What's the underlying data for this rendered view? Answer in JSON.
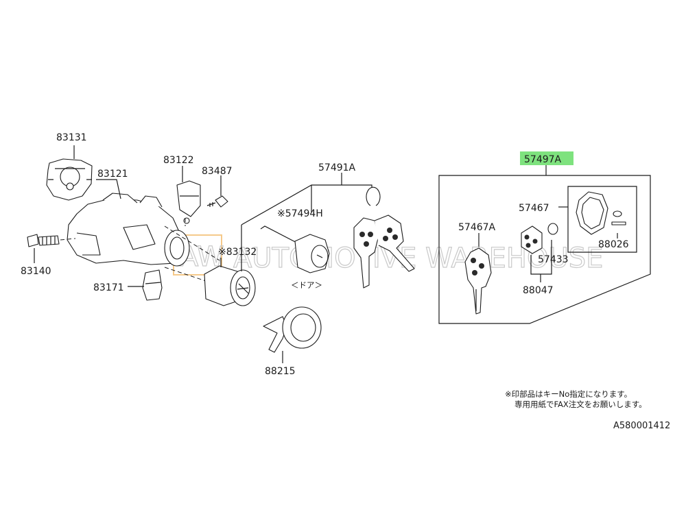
{
  "labels": {
    "p83131": "83131",
    "p83121": "83121",
    "p83122": "83122",
    "p83487": "83487",
    "p83140": "83140",
    "p83171": "83171",
    "p83132": "※83132",
    "p57491a": "57491A",
    "p57494h": "※57494H",
    "door": "＜ドア＞",
    "p88215": "88215",
    "p57497a": "57497A",
    "p57467": "57467",
    "p57467a": "57467A",
    "p88026": "88026",
    "p57433": "57433",
    "p88047": "88047"
  },
  "notes": {
    "line1": "※印部品はキーNo指定になります。",
    "line2": "専用用紙でFAX注文をお願いします。"
  },
  "diagram_code": "A580001412",
  "watermark": {
    "badge": "AW",
    "text": "AUTOMOTIVE WAREHOUSE"
  },
  "colors": {
    "highlight": "#7ee27e",
    "ink": "#1a1a1a",
    "watermark": "#c9c9c9",
    "watermark_badge": "#f5c98a"
  }
}
